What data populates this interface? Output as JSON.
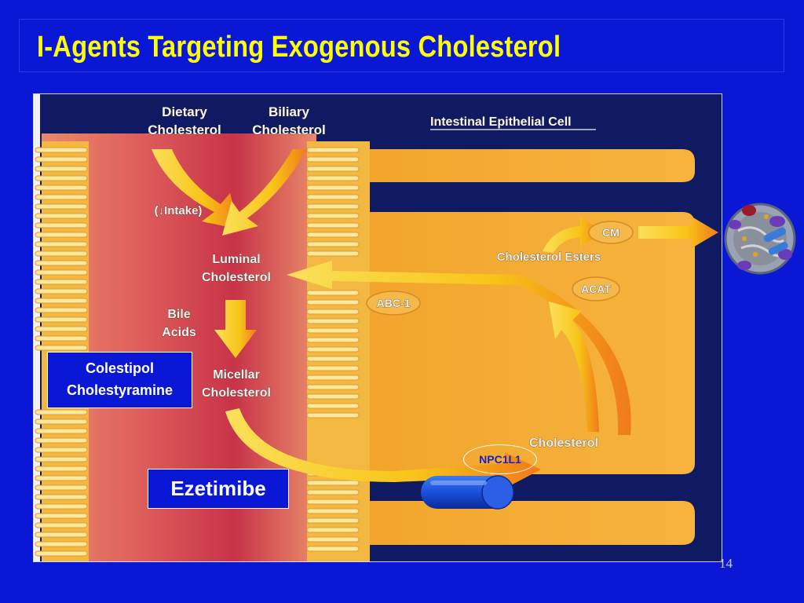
{
  "slide": {
    "title": "I-Agents Targeting Exogenous Cholesterol",
    "page_number": "14"
  },
  "diagram": {
    "labels": {
      "dietary_line1": "Dietary",
      "dietary_line2": "Cholesterol",
      "biliary_line1": "Biliary",
      "biliary_line2": "Cholesterol",
      "cell": "Intestinal Epithelial Cell",
      "intake": "(↓Intake)",
      "luminal_line1": "Luminal",
      "luminal_line2": "Cholesterol",
      "bile_line1": "Bile",
      "bile_line2": "Acids",
      "micellar_line1": "Micellar",
      "micellar_line2": "Cholesterol",
      "abc1": "ABC-1",
      "cm": "CM",
      "esters": "Cholesterol Esters",
      "acat": "ACAT",
      "cholesterol": "Cholesterol"
    },
    "colors": {
      "background": "#0a18d6",
      "title": "#ffff00",
      "lumen": "#d9505a",
      "cell": "#f3a52e",
      "arrow": "#f8c418"
    }
  },
  "drugs": {
    "bile_sequestrants": [
      "Colestipol",
      "Cholestyramine"
    ],
    "ezetimibe": "Ezetimibe",
    "transporter": "NPC1L1"
  }
}
